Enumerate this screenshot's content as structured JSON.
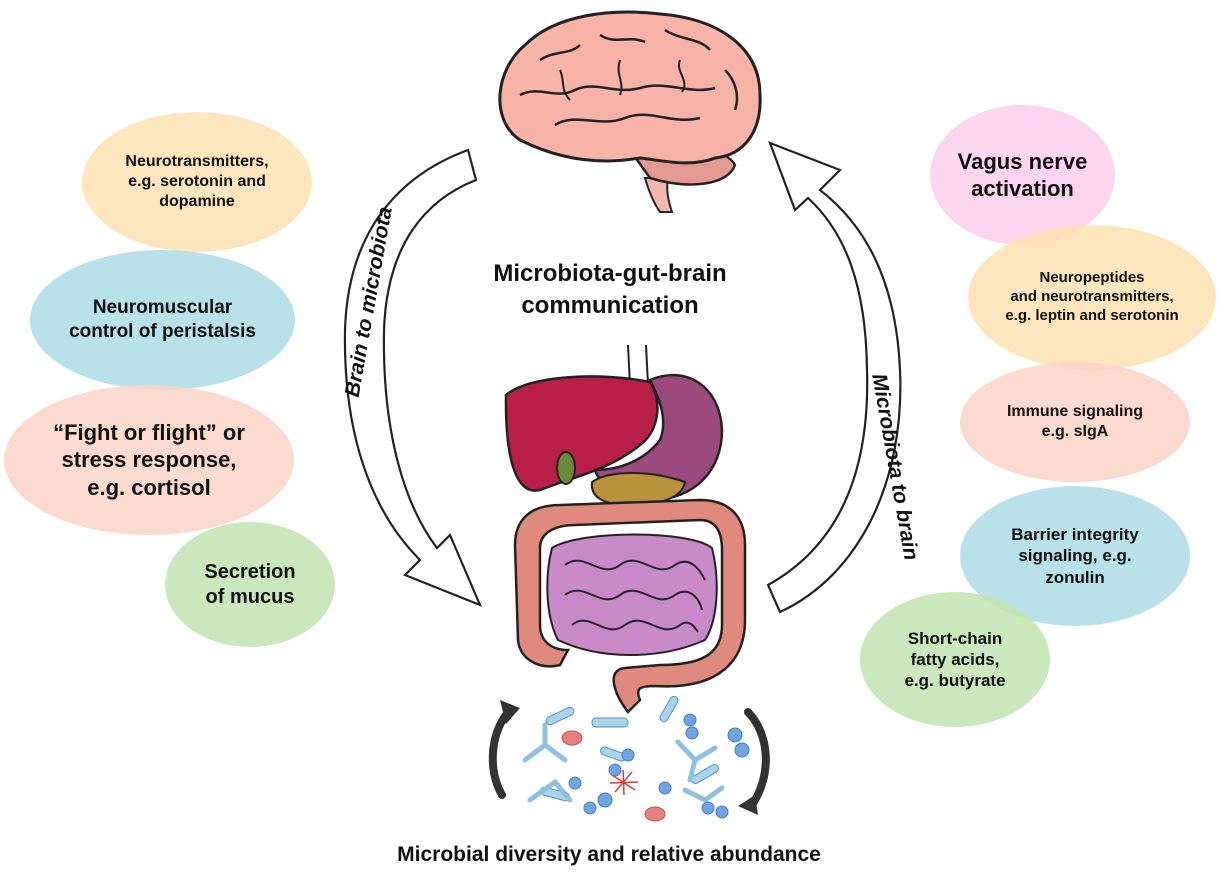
{
  "title": "Microbiota-gut-brain\ncommunication",
  "footer": "Microbial diversity and relative abundance",
  "arrows": {
    "left": "Brain to microbiota",
    "right": "Microbiota to brain"
  },
  "left_bubbles": [
    {
      "text": "Neurotransmitters,\ne.g. serotonin and\ndopamine",
      "color": "#FDE2B2"
    },
    {
      "text": "Neuromuscular\ncontrol of peristalsis",
      "color": "#ADDCE6"
    },
    {
      "text": "“Fight or flight” or\nstress response,\ne.g. cortisol",
      "color": "#FAD4C8"
    },
    {
      "text": "Secretion\nof mucus",
      "color": "#C4E4B6"
    }
  ],
  "right_bubbles": [
    {
      "text": "Vagus nerve\nactivation",
      "color": "#FAD0EC"
    },
    {
      "text": "Neuropeptides\nand neurotransmitters,\ne.g. leptin and serotonin",
      "color": "#FDE2B2"
    },
    {
      "text": "Immune signaling\ne.g. sIgA",
      "color": "#FAD4C8"
    },
    {
      "text": "Barrier integrity\nsignaling, e.g.\nzonulin",
      "color": "#ADDCE6"
    },
    {
      "text": "Short-chain\nfatty acids,\ne.g. butyrate",
      "color": "#C4E4B6"
    }
  ]
}
